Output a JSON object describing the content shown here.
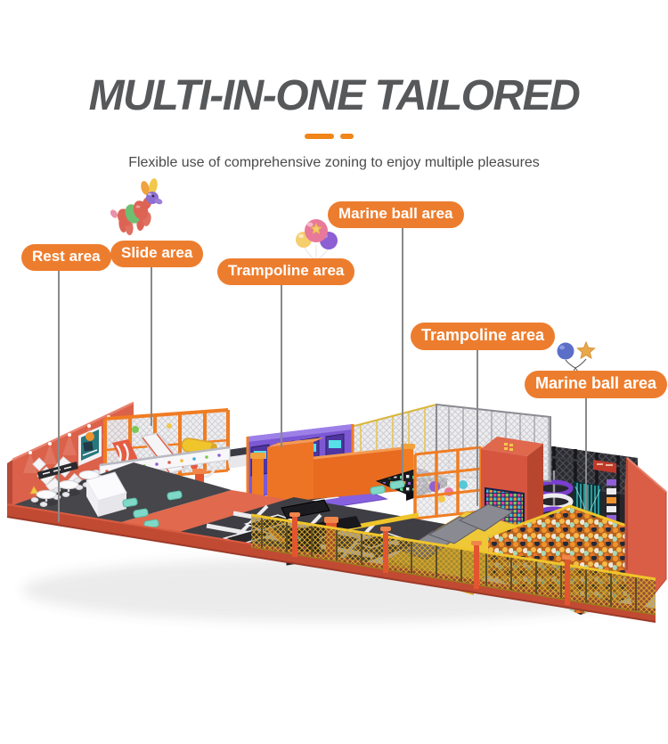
{
  "page": {
    "title": "MULTI-IN-ONE TAILORED",
    "subtitle": "Flexible use of comprehensive zoning to enjoy multiple pleasures"
  },
  "labels": [
    {
      "id": "rest-area",
      "text": "Rest area"
    },
    {
      "id": "slide-area",
      "text": "Slide area"
    },
    {
      "id": "trampoline-area-left",
      "text": "Trampoline area"
    },
    {
      "id": "marine-ball-area-top",
      "text": "Marine ball area"
    },
    {
      "id": "trampoline-area-right",
      "text": "Trampoline area"
    },
    {
      "id": "marine-ball-area-right",
      "text": "Marine ball area"
    }
  ],
  "decorations": {
    "above_slide_label": "balloon-dog",
    "above_left_trampoline_label": "balloon-bouquet",
    "above_right_marine_label": "balloon-and-star"
  },
  "colors": {
    "title_text": "#57585A",
    "subtitle_text": "#4A4A4B",
    "divider_orange": "#F08519",
    "label_background": "#ED7D2E",
    "label_text": "#FFFFFF",
    "leader_line": "#8A8A8A",
    "wall_salmon": "#DC614A",
    "floor_gray": "#46464B",
    "floor_salmon": "#E0694E",
    "frame_orange": "#F07D23",
    "arcade_purple": "#7C58D4",
    "court_purple": "#8660DF",
    "fence_yellow": "#EFC52B",
    "tower_red": "#D6553F",
    "ball_orange": "#F0922B",
    "ball_navy": "#23283A",
    "foam_green": "#58D68D",
    "slide_white": "#F5F5F7",
    "curtain_teal": "#3ED8D4",
    "spiral_purple": "#7A3FD0",
    "mat_teal": "#7FD8C8"
  }
}
